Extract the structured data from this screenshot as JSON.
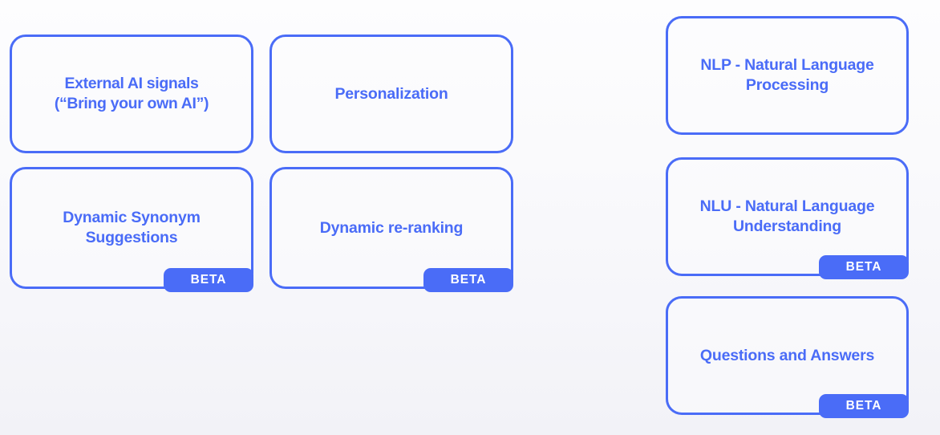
{
  "theme": {
    "accent": "#4a6cf7",
    "badge_bg": "#4a6cf7",
    "badge_text_color": "#ffffff",
    "card_border": "#4a6cf7",
    "background_top": "#fdfdfe",
    "background_bottom": "#f2f2f7"
  },
  "badge": {
    "label": "BETA"
  },
  "columns": {
    "left": {
      "cards": [
        {
          "label": "External AI signals\n(“Bring your own AI”)",
          "has_beta": false
        },
        {
          "label": "Dynamic Synonym\nSuggestions",
          "has_beta": true
        }
      ]
    },
    "middle": {
      "cards": [
        {
          "label": "Personalization",
          "has_beta": false
        },
        {
          "label": "Dynamic  re-ranking",
          "has_beta": true
        }
      ]
    },
    "right": {
      "cards": [
        {
          "label": "NLP - Natural Language\nProcessing",
          "has_beta": false
        },
        {
          "label": "NLU - Natural Language\nUnderstanding",
          "has_beta": true
        },
        {
          "label": "Questions and Answers",
          "has_beta": true
        }
      ]
    }
  }
}
